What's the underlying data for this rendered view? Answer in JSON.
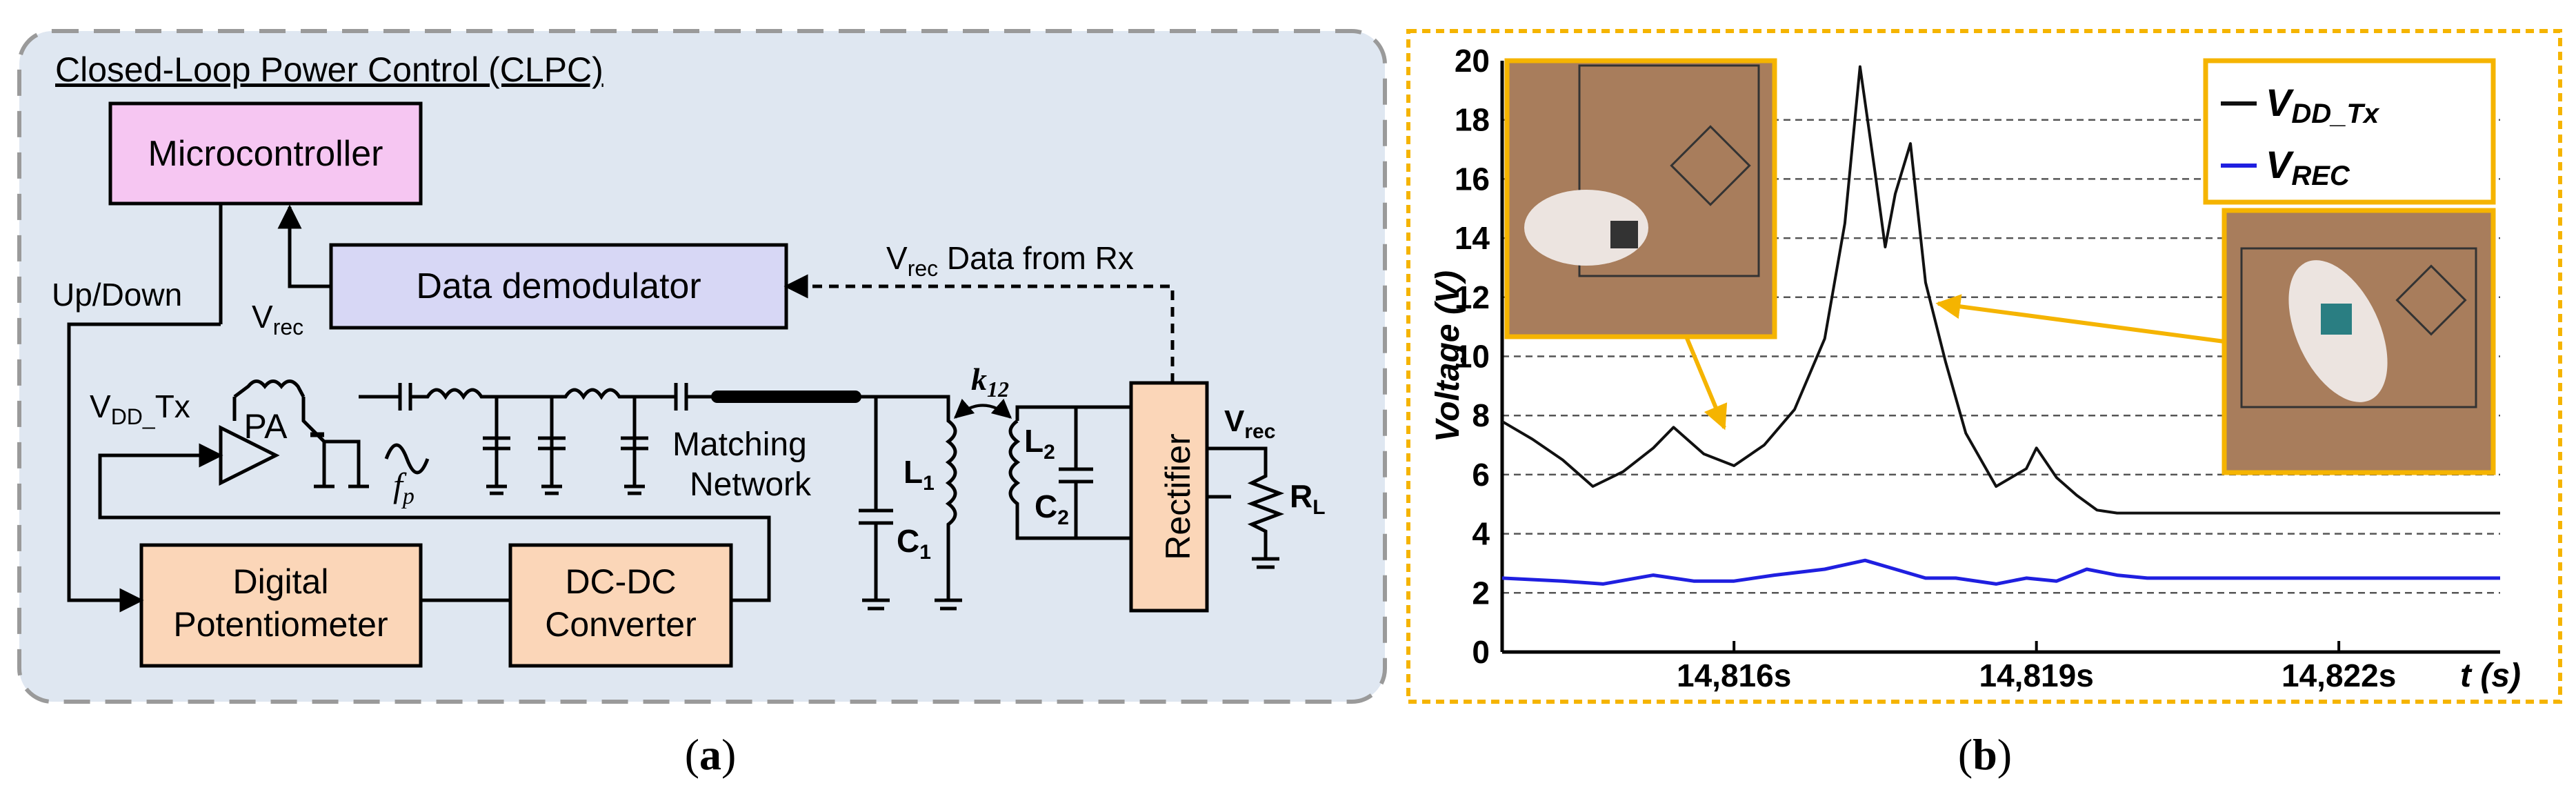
{
  "panel_a": {
    "group_title": "Closed-Loop Power Control (CLPC)",
    "blocks": {
      "microcontroller": "Microcontroller",
      "data_demodulator": "Data demodulator",
      "digital_pot_line1": "Digital",
      "digital_pot_line2": "Potentiometer",
      "dcdc_line1": "DC-DC",
      "dcdc_line2": "Converter",
      "rectifier": "Rectifier"
    },
    "labels": {
      "up_down": "Up/Down",
      "vrec_left_main": "V",
      "vrec_left_sub": "rec",
      "vrec_data_main": "V",
      "vrec_data_sub": "rec",
      "vrec_data_rest": " Data from Rx",
      "vdd_main": "V",
      "vdd_sub": "DD_",
      "vdd_rest": "Tx",
      "pa": "PA",
      "fp_main": "f",
      "fp_sub": "p",
      "matching_line1": "Matching",
      "matching_line2": "Network",
      "k_main": "k",
      "k_sub": "12",
      "l1_main": "L",
      "l1_sub": "1",
      "c1_main": "C",
      "c1_sub": "1",
      "l2_main": "L",
      "l2_sub": "2",
      "c2_main": "C",
      "c2_sub": "2",
      "vrec_out_main": "V",
      "vrec_out_sub": "rec",
      "rl_main": "R",
      "rl_sub": "L"
    },
    "caption_open": "(",
    "caption_letter": "a",
    "caption_close": ")"
  },
  "panel_b": {
    "legend": {
      "series1_main": "V",
      "series1_sub": "DD_Tx",
      "series2_main": "V",
      "series2_sub": "REC"
    },
    "caption_open": "(",
    "caption_letter": "b",
    "caption_close": ")",
    "photo_left": "rat-photo-left",
    "photo_right": "rat-photo-right"
  },
  "chart_data": {
    "type": "line",
    "ylabel": "Voltage (V)",
    "xlabel": "t (s)",
    "ylim": [
      0,
      20
    ],
    "xlim": [
      14813.7,
      14823.6
    ],
    "yticks": [
      "0",
      "2",
      "4",
      "6",
      "8",
      "10",
      "12",
      "14",
      "16",
      "18",
      "20"
    ],
    "xticks": [
      {
        "value": 14816,
        "label": "14,816s"
      },
      {
        "value": 14819,
        "label": "14,819s"
      },
      {
        "value": 14822,
        "label": "14,822s"
      }
    ],
    "grid": "horizontal dashed",
    "legend_position": "top-right",
    "colors": {
      "vdd_tx": "#111111",
      "vrec": "#1f1fe0",
      "accent": "#f5b400"
    },
    "series": [
      {
        "name": "V_DD_Tx",
        "x": [
          14813.7,
          14814.0,
          14814.3,
          14814.6,
          14814.9,
          14815.2,
          14815.4,
          14815.7,
          14816.0,
          14816.3,
          14816.6,
          14816.9,
          14817.1,
          14817.25,
          14817.4,
          14817.5,
          14817.6,
          14817.75,
          14817.9,
          14818.1,
          14818.3,
          14818.6,
          14818.9,
          14819.0,
          14819.2,
          14819.4,
          14819.6,
          14819.8,
          14820.0,
          14821.0,
          14822.0,
          14823.0,
          14823.6
        ],
        "y": [
          7.8,
          7.2,
          6.5,
          5.6,
          6.1,
          6.9,
          7.6,
          6.7,
          6.3,
          7.0,
          8.2,
          10.6,
          14.5,
          19.8,
          16.2,
          13.7,
          15.5,
          17.2,
          12.5,
          9.8,
          7.4,
          5.6,
          6.2,
          6.9,
          5.9,
          5.3,
          4.8,
          4.7,
          4.7,
          4.7,
          4.7,
          4.7,
          4.7
        ]
      },
      {
        "name": "V_REC",
        "x": [
          14813.7,
          14814.3,
          14814.7,
          14815.2,
          14815.6,
          14816.0,
          14816.4,
          14816.9,
          14817.3,
          14817.6,
          14817.9,
          14818.2,
          14818.6,
          14818.9,
          14819.2,
          14819.5,
          14819.8,
          14820.1,
          14820.5,
          14821.0,
          14822.0,
          14823.0,
          14823.6
        ],
        "y": [
          2.5,
          2.4,
          2.3,
          2.6,
          2.4,
          2.4,
          2.6,
          2.8,
          3.1,
          2.8,
          2.5,
          2.5,
          2.3,
          2.5,
          2.4,
          2.8,
          2.6,
          2.5,
          2.5,
          2.5,
          2.5,
          2.5,
          2.5
        ]
      }
    ]
  }
}
